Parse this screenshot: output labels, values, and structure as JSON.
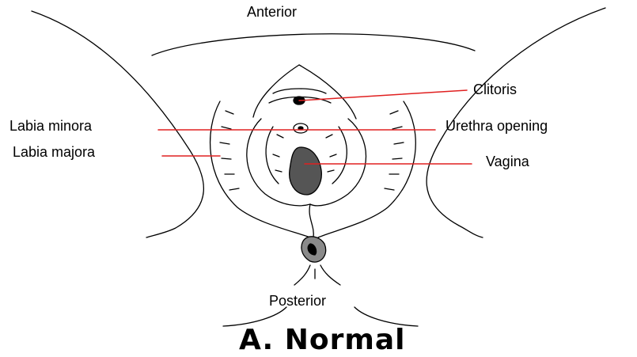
{
  "orientation": {
    "top": "Anterior",
    "bottom": "Posterior"
  },
  "labels": {
    "clitoris": "Clitoris",
    "labia_minora": "Labia minora",
    "urethra": "Urethra  opening",
    "labia_majora": "Labia majora",
    "vagina": "Vagina"
  },
  "caption": "A. Normal",
  "colors": {
    "leader_line": "#e02020",
    "outline": "#000000",
    "shading": "#555555"
  }
}
